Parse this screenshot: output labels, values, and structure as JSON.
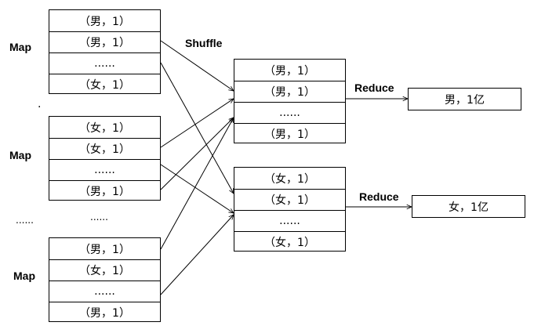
{
  "labels": {
    "map": "Map",
    "shuffle": "Shuffle",
    "reduce": "Reduce",
    "ellipsis": "......",
    "small_dot": "."
  },
  "map_groups": [
    {
      "cells": [
        "（男，1）",
        "（男，1）",
        "......",
        "（女，1）"
      ]
    },
    {
      "cells": [
        "（女，1）",
        "（女，1）",
        "......",
        "（男，1）"
      ]
    },
    {
      "cells": [
        "（男，1）",
        "（女，1）",
        "......",
        "（男，1）"
      ]
    }
  ],
  "shuffle_groups": [
    {
      "cells": [
        "（男，1）",
        "（男，1）",
        "......",
        "（男，1）"
      ]
    },
    {
      "cells": [
        "（女，1）",
        "（女，1）",
        "......",
        "（女，1）"
      ]
    }
  ],
  "results": [
    "男，1亿",
    "女，1亿"
  ]
}
